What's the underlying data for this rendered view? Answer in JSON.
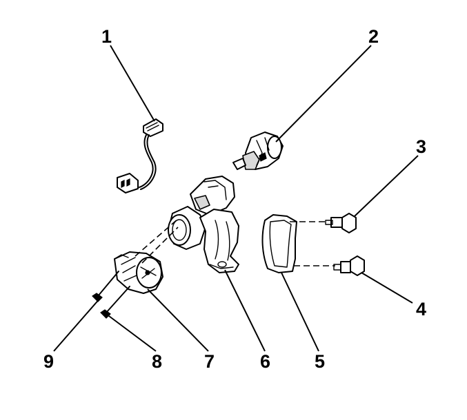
{
  "callouts": [
    {
      "id": "c1",
      "text": "1"
    },
    {
      "id": "c2",
      "text": "2"
    },
    {
      "id": "c3",
      "text": "3"
    },
    {
      "id": "c4",
      "text": "4"
    },
    {
      "id": "c5",
      "text": "5"
    },
    {
      "id": "c6",
      "text": "6"
    },
    {
      "id": "c7",
      "text": "7"
    },
    {
      "id": "c8",
      "text": "8"
    },
    {
      "id": "c9",
      "text": "9"
    }
  ],
  "colors": {
    "ink": "#000000",
    "background": "#ffffff"
  }
}
